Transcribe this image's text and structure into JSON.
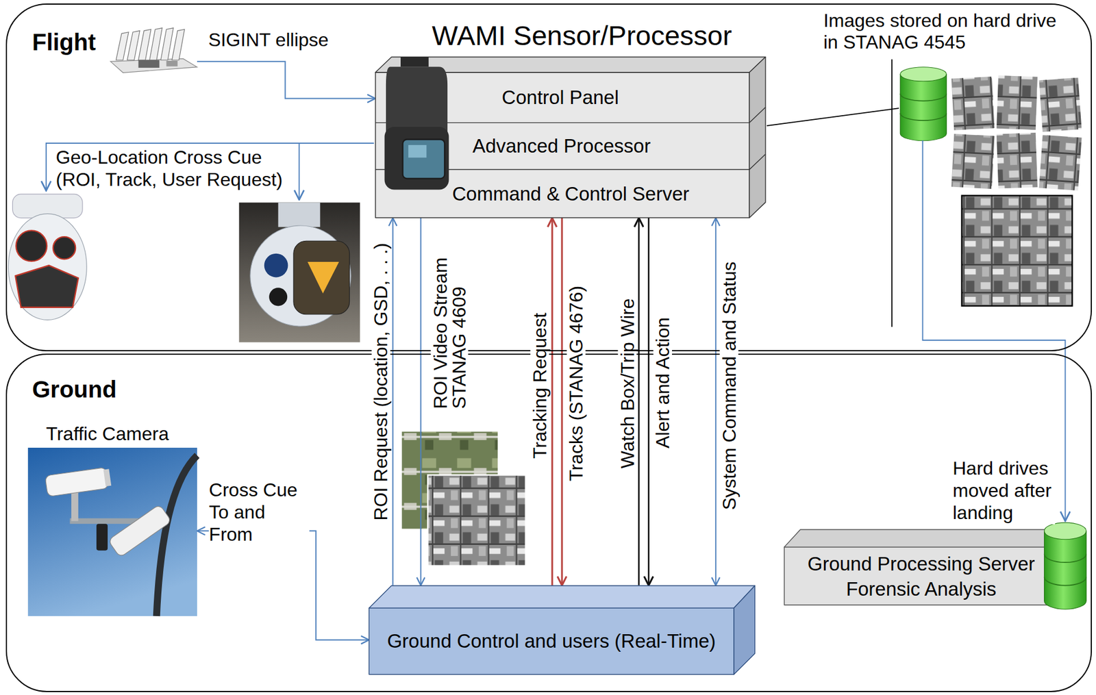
{
  "diagram": {
    "nodes": [
      {
        "text": [
          "Flight"
        ]
      },
      {
        "text": [
          "SIGINT ellipse"
        ],
        "in": 0
      },
      {
        "text": [
          "WAMI Sensor/Processor"
        ],
        "in": 0
      },
      {
        "text": [
          "Control Panel"
        ],
        "in": 2
      },
      {
        "text": [
          "Advanced Processor"
        ],
        "in": 2
      },
      {
        "text": [
          "Command & Control Server"
        ],
        "in": 2
      },
      {
        "text": [
          "Ground"
        ]
      },
      {
        "text": [
          "Traffic Camera"
        ],
        "in": 6
      },
      {
        "text": [
          "Ground Processing Server Forensic Analysis"
        ],
        "in": 6
      },
      {
        "text": [
          "Ground Control and users (Real-Time)"
        ],
        "in": 6
      }
    ],
    "edges": [
      {
        "from": 1,
        "to": 2,
        "arrow": "to"
      },
      {
        "from": 9,
        "to": 5,
        "label": "ROI Request (location, GSD, . . .)",
        "arrow": "to"
      },
      {
        "from": 5,
        "to": 9,
        "label": "ROI Video Stream STANAG 4609",
        "arrow": "to"
      },
      {
        "from": 9,
        "to": 5,
        "label": "Tracking Request",
        "arrow": "to"
      },
      {
        "from": 5,
        "to": 9,
        "label": "Tracks (STANAG 4676)",
        "arrow": "to"
      },
      {
        "from": 9,
        "to": 5,
        "label": "Watch Box/Trip Wire",
        "arrow": "to"
      },
      {
        "from": 5,
        "to": 9,
        "label": "Alert and Action",
        "arrow": "to"
      },
      {
        "from": 9,
        "to": 5,
        "label": "System Command and Status",
        "arrow": "both"
      },
      {
        "from": 7,
        "to": 9,
        "label": "Cross Cue To and From",
        "arrow": "both"
      }
    ],
    "labels": [
      "Geo-Location Cross Cue (ROI, Track, User Request)",
      "Images stored on hard drive in STANAG 4545",
      "Hard drives moved after landing"
    ]
  }
}
